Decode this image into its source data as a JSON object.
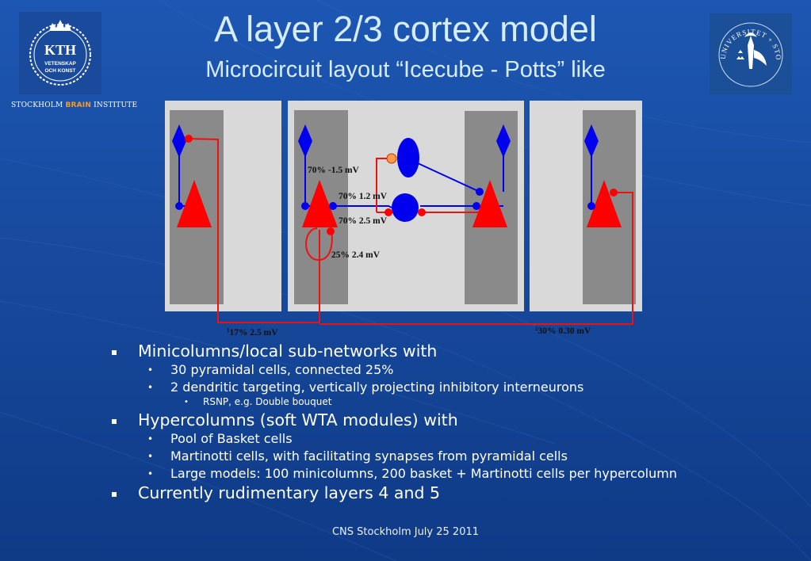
{
  "slide": {
    "title": "A layer 2/3 cortex model",
    "subtitle": "Microcircuit layout “Icecube - Potts” like",
    "institute": {
      "prefix": "STOCKHOLM",
      "brain": "BRAIN",
      "suffix": "INSTITUTE"
    },
    "footer": "CNS Stockholm July 25 2011"
  },
  "logos": {
    "kth": {
      "name": "KTH",
      "line1": "VETENSKAP",
      "line2": "OCH KONST"
    },
    "su": {
      "text": "UNIVERSITET + STOCKHOLMS"
    }
  },
  "diagram": {
    "labels": {
      "l1": "70% -1.5 mV",
      "l2": "70% 1.2 mV",
      "l3": "70% 2.5 mV",
      "l4": "25% 2.4 mV",
      "l5_sup": "1",
      "l5": "17% 2.5 mV",
      "l6_sup": "2",
      "l6": "30% 0.30 mV"
    },
    "colors": {
      "excitatory": "#ff0000",
      "inhibitory": "#0000ee",
      "panel": "#d9d9d9",
      "column": "#8a8a8a",
      "martinotti_synapse": "#ff9a4a"
    }
  },
  "bullets": {
    "b1": "Minicolumns/local sub-networks with",
    "b1_1": "30 pyramidal cells, connected 25%",
    "b1_2": "2 dendritic targeting, vertically projecting inhibitory interneurons",
    "b1_2_1": "RSNP, e.g. Double bouquet",
    "b2": "Hypercolumns (soft WTA modules) with",
    "b2_1": "Pool of Basket cells",
    "b2_2": "Martinotti cells, with facilitating synapses from pyramidal cells",
    "b2_3": "Large models: 100 minicolumns, 200 basket + Martinotti cells per hypercolumn",
    "b3": "Currently rudimentary layers 4 and 5"
  }
}
